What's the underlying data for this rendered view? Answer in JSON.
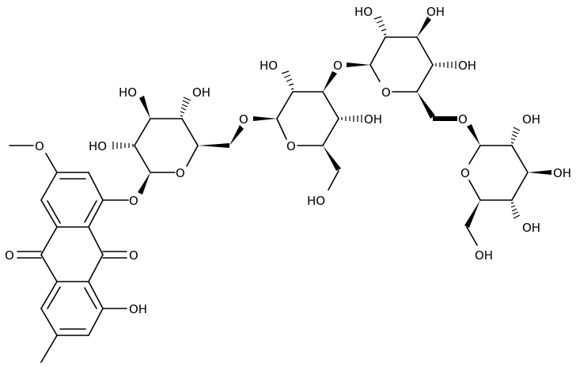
{
  "diagram": {
    "type": "chemical-structure",
    "description": "Anthraquinone glycoside: 1-O-tetrasaccharide substituted emodin-like aglycone",
    "colors": {
      "bond": "#000000",
      "background": "#ffffff"
    },
    "labels": {
      "methoxy_o": "O",
      "carbonyl_left": "O",
      "carbonyl_right": "O",
      "aglycone_oh": "OH",
      "glycoside_o": "O",
      "s1_ring_o": "O",
      "s1_c2_oh": "HO",
      "s1_c3_oh": "HO",
      "s1_c4_oh": "OH",
      "s1_c6_o": "O",
      "s2_ring_o": "O",
      "s2_c2_oh": "HO",
      "s2_c3_o": "O",
      "s2_c4_oh": "OH",
      "s2_c6_oh": "HO",
      "s3_ring_o": "O",
      "s3_c2_oh": "HO",
      "s3_c3_oh": "OH",
      "s3_c4_oh": "OH",
      "s3_c6_o": "O",
      "s4_ring_o": "O",
      "s4_c2_oh": "OH",
      "s4_c3_oh": "OH",
      "s4_c4_oh": "OH",
      "s4_c6_oh": "OH"
    }
  }
}
